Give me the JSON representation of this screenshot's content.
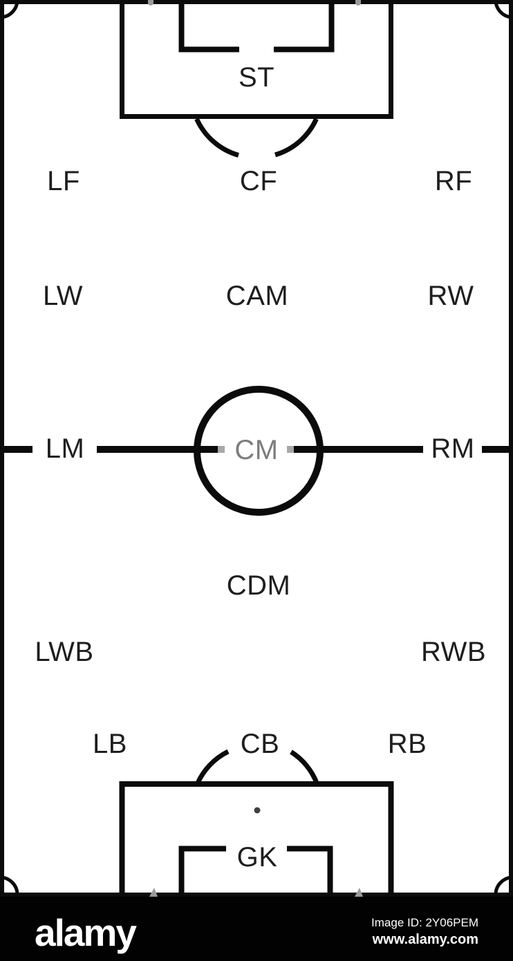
{
  "pitch": {
    "line_color": "#0b0b0b",
    "background": "#ffffff",
    "label_color": "#1e1e1e",
    "cm_label_color": "#7d7d7d",
    "artifact_color": "#9b9b9b"
  },
  "positions": [
    {
      "id": "st",
      "label": "ST"
    },
    {
      "id": "lf",
      "label": "LF"
    },
    {
      "id": "cf",
      "label": "CF"
    },
    {
      "id": "rf",
      "label": "RF"
    },
    {
      "id": "lw",
      "label": "LW"
    },
    {
      "id": "cam",
      "label": "CAM"
    },
    {
      "id": "rw",
      "label": "RW"
    },
    {
      "id": "lm",
      "label": "LM"
    },
    {
      "id": "cm",
      "label": "CM"
    },
    {
      "id": "rm",
      "label": "RM"
    },
    {
      "id": "cdm",
      "label": "CDM"
    },
    {
      "id": "lwb",
      "label": "LWB"
    },
    {
      "id": "rwb",
      "label": "RWB"
    },
    {
      "id": "lb",
      "label": "LB"
    },
    {
      "id": "cb",
      "label": "CB"
    },
    {
      "id": "rb",
      "label": "RB"
    },
    {
      "id": "gk",
      "label": "GK"
    }
  ],
  "watermark": {
    "logo_text": "alamy",
    "image_id": "Image ID: 2Y06PEM",
    "website": "www.alamy.com",
    "bar_background": "#020202",
    "text_color": "#ffffff"
  }
}
